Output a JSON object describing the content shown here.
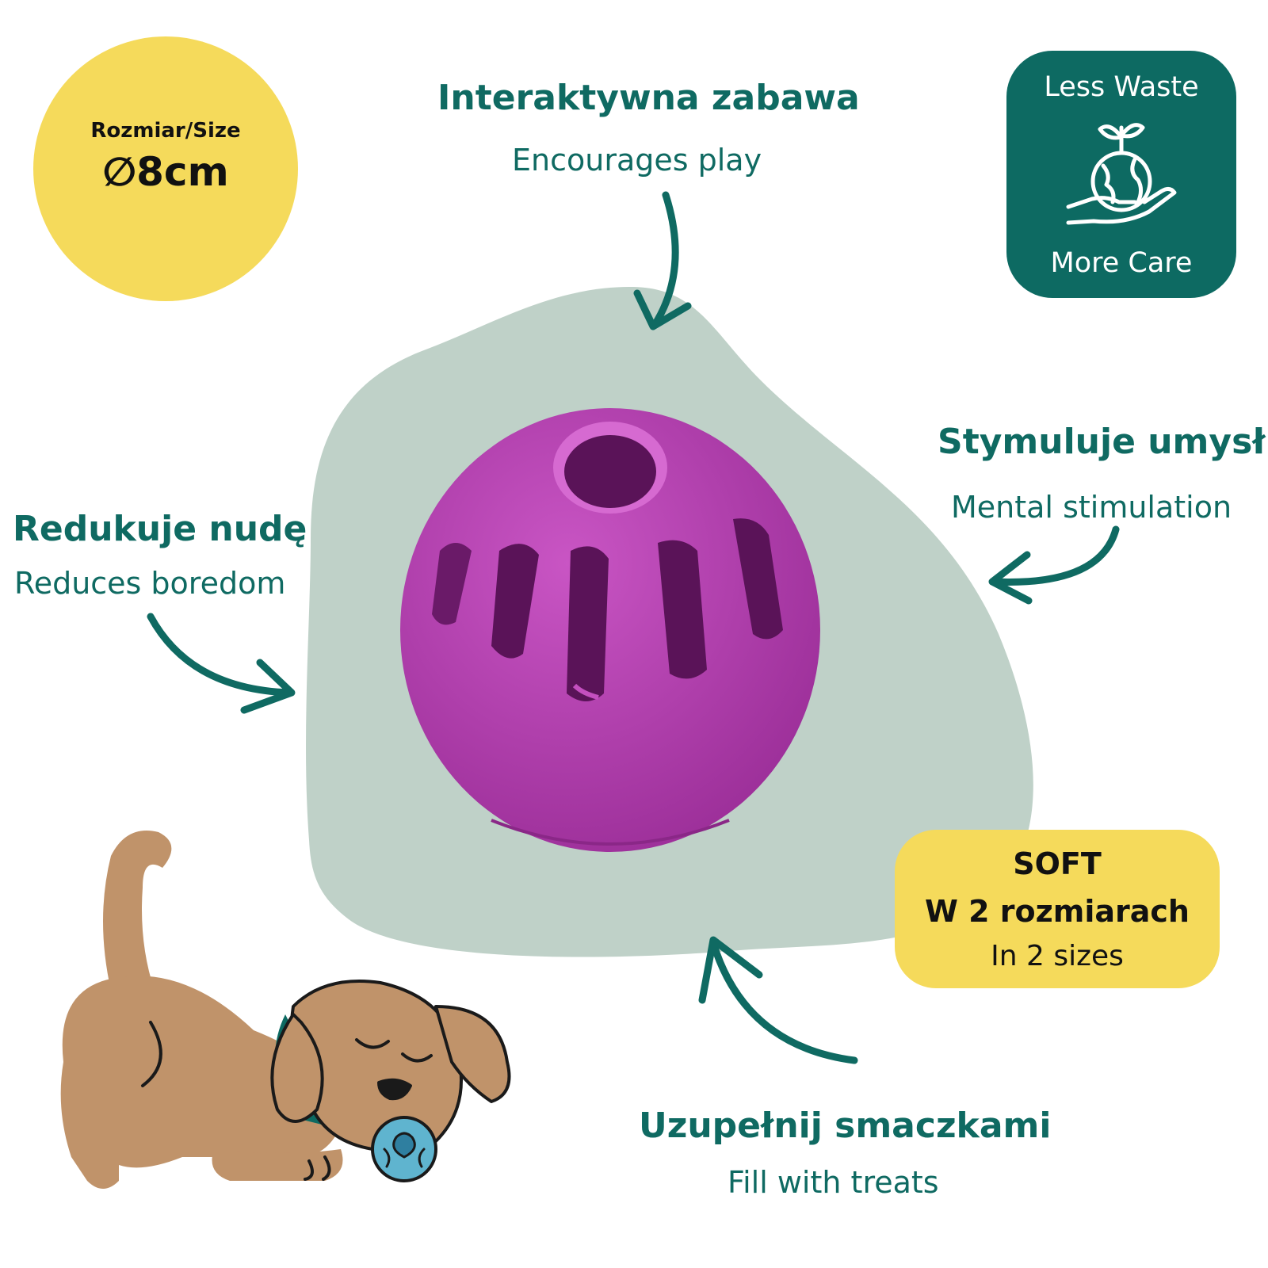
{
  "size_badge": {
    "label": "Rozmiar/Size",
    "value": "∅8cm",
    "color": "#f5da5b"
  },
  "eco_badge": {
    "top": "Less Waste",
    "bottom": "More Care",
    "icon": "earth-in-hand-icon",
    "color": "#0d6a62"
  },
  "features": {
    "play": {
      "title": "Interaktywna zabawa",
      "subtitle": "Encourages play"
    },
    "mind": {
      "title": "Stymuluje umysł",
      "subtitle": "Mental stimulation"
    },
    "boredom": {
      "title": "Redukuje nudę",
      "subtitle": "Reduces boredom"
    },
    "treats": {
      "title": "Uzupełnij smaczkami",
      "subtitle": "Fill with treats"
    }
  },
  "soft_badge": {
    "line1": "SOFT",
    "line2": "W 2 rozmiarach",
    "line3": "In 2 sizes"
  },
  "colors": {
    "accent": "#0f6a62",
    "blob": "#bfd1c8",
    "ball": "#b23fae",
    "dog": "#c0936a",
    "small_ball": "#5fb4cf"
  }
}
